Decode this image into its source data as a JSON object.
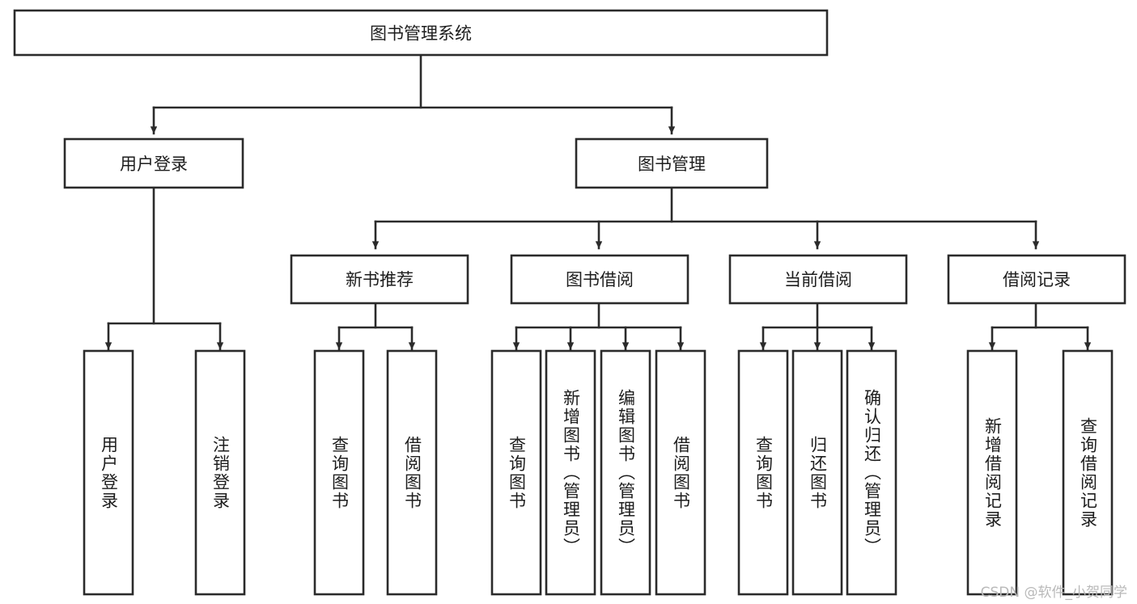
{
  "diagram": {
    "type": "tree-hierarchy",
    "title": "图书管理系统",
    "root": {
      "label": "图书管理系统"
    },
    "level1": [
      {
        "id": "user-login",
        "label": "用户登录"
      },
      {
        "id": "book-manage",
        "label": "图书管理"
      }
    ],
    "level2": [
      {
        "id": "new-book-recommend",
        "label": "新书推荐",
        "parent": "book-manage"
      },
      {
        "id": "book-borrow",
        "label": "图书借阅",
        "parent": "book-manage"
      },
      {
        "id": "current-borrow",
        "label": "当前借阅",
        "parent": "book-manage"
      },
      {
        "id": "borrow-record",
        "label": "借阅记录",
        "parent": "book-manage"
      }
    ],
    "leaves": [
      {
        "id": "leaf-user-login",
        "label": "用户登录",
        "parent": "user-login"
      },
      {
        "id": "leaf-logout",
        "label": "注销登录",
        "parent": "user-login"
      },
      {
        "id": "leaf-query-book-1",
        "label": "查询图书",
        "parent": "new-book-recommend"
      },
      {
        "id": "leaf-borrow-book-1",
        "label": "借阅图书",
        "parent": "new-book-recommend"
      },
      {
        "id": "leaf-query-book-2",
        "label": "查询图书",
        "parent": "book-borrow"
      },
      {
        "id": "leaf-add-book",
        "label": "新增图书（管理员）",
        "parent": "book-borrow"
      },
      {
        "id": "leaf-edit-book",
        "label": "编辑图书（管理员）",
        "parent": "book-borrow"
      },
      {
        "id": "leaf-borrow-book-2",
        "label": "借阅图书",
        "parent": "book-borrow"
      },
      {
        "id": "leaf-query-book-3",
        "label": "查询图书",
        "parent": "current-borrow"
      },
      {
        "id": "leaf-return-book",
        "label": "归还图书",
        "parent": "current-borrow"
      },
      {
        "id": "leaf-confirm-return",
        "label": "确认归还（管理员）",
        "parent": "current-borrow"
      },
      {
        "id": "leaf-add-record",
        "label": "新增借阅记录",
        "parent": "borrow-record"
      },
      {
        "id": "leaf-query-record",
        "label": "查询借阅记录",
        "parent": "borrow-record"
      }
    ],
    "colors": {
      "stroke": "#2b2b2b",
      "fill": "#ffffff",
      "text": "#1d1d1d",
      "background": "#ffffff",
      "watermark": "#b9b9b9"
    }
  },
  "watermark": {
    "text": "CSDN @软件_小贺同学"
  }
}
